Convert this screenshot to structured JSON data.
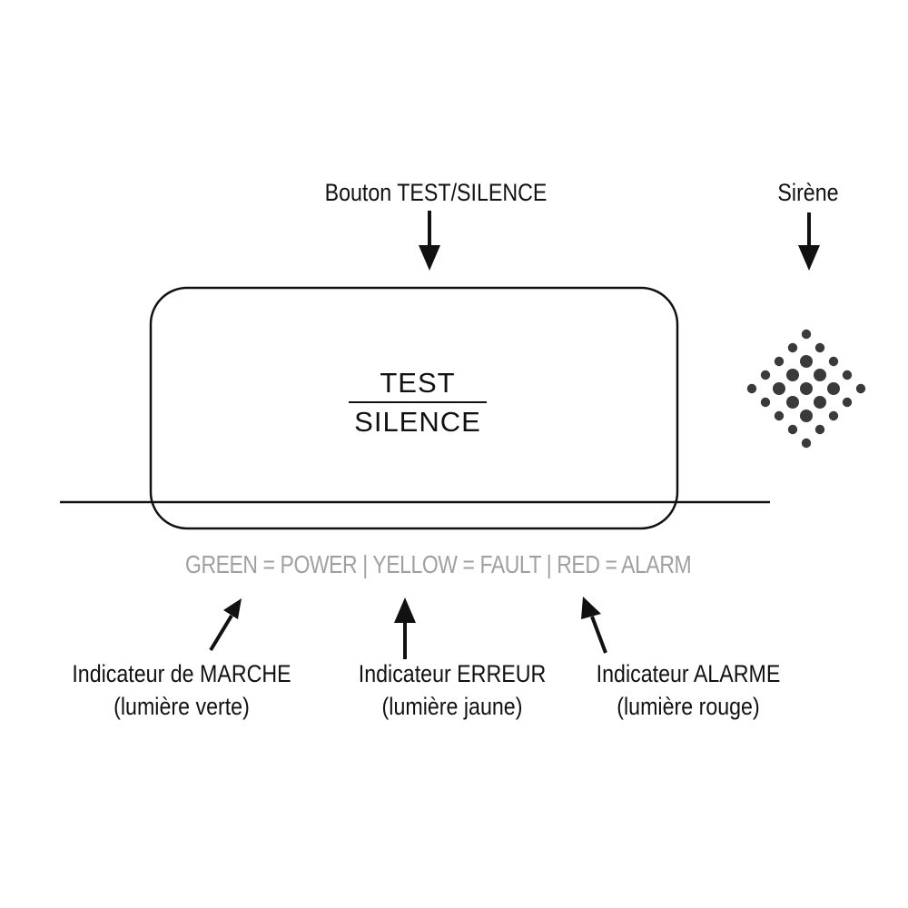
{
  "callouts": {
    "button": "Bouton TEST/SILENCE",
    "siren": "Sirène",
    "power_indicator": {
      "line1": "Indicateur de MARCHE",
      "line2": "(lumière verte)"
    },
    "fault_indicator": {
      "line1": "Indicateur ERREUR",
      "line2": "(lumière jaune)"
    },
    "alarm_indicator": {
      "line1": "Indicateur ALARME",
      "line2": "(lumière rouge)"
    }
  },
  "device": {
    "button_top": "TEST",
    "button_bottom": "SILENCE",
    "legend": "GREEN = POWER | YELLOW = FAULT | RED = ALARM"
  },
  "colors": {
    "ink": "#111111",
    "legend": "#a0a0a0",
    "siren_dots": "#3a3a3a"
  }
}
